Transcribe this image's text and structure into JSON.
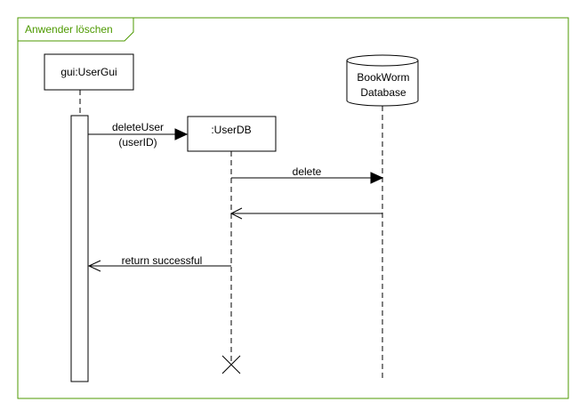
{
  "frame": {
    "title": "Anwender löschen",
    "color": "#4d9900"
  },
  "lifelines": {
    "gui": {
      "label": "gui:UserGui"
    },
    "userdb": {
      "label": ":UserDB"
    },
    "database": {
      "label_line1": "BookWorm",
      "label_line2": "Database"
    }
  },
  "messages": {
    "delete_user": {
      "label_line1": "deleteUser",
      "label_line2": "(userID)"
    },
    "delete": {
      "label": "delete"
    },
    "return_from_db": {
      "label": ""
    },
    "return_successful": {
      "label": "return successful"
    }
  },
  "colors": {
    "line": "#000000",
    "background": "#ffffff"
  }
}
